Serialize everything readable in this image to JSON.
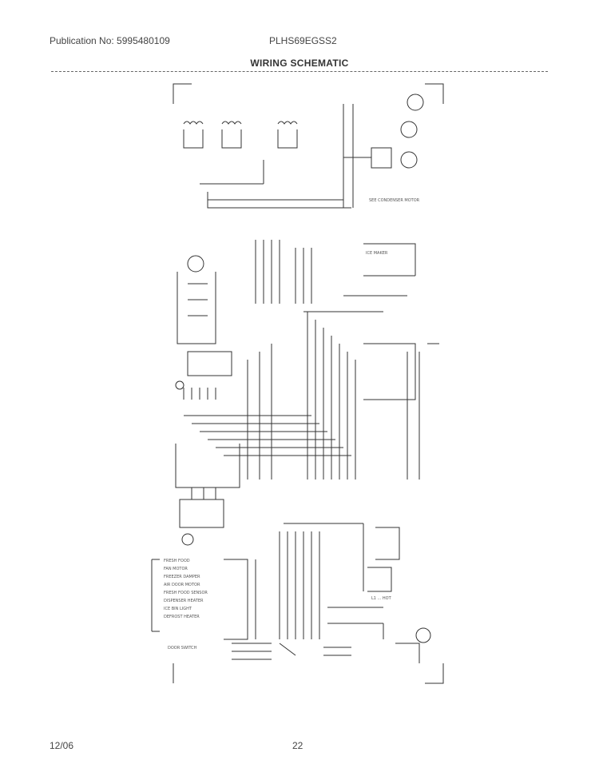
{
  "header": {
    "publication": "Publication No: 5995480109",
    "model": "PLHS69EGSS2"
  },
  "title": "WIRING SCHEMATIC",
  "schematic": {
    "labels": {
      "condenser_fan": "SEE CONDENSER MOTOR",
      "ice_maker": "ICE MAKER",
      "board_left_1": "FRESH FOOD",
      "board_left_2": "FAN MOTOR",
      "board_left_3": "FREEZER DAMPER",
      "board_left_4": "AIR DOOR MOTOR",
      "board_left_5": "FRESH FOOD SENSOR",
      "board_left_6": "DISPENSER HEATER",
      "board_left_7": "ICE BIN LIGHT",
      "board_left_8": "DEFROST HEATER",
      "door_switch": "DOOR SWITCH",
      "bottom_right": "L1 ... HOT"
    }
  },
  "footer": {
    "date": "12/06",
    "page": "22"
  }
}
